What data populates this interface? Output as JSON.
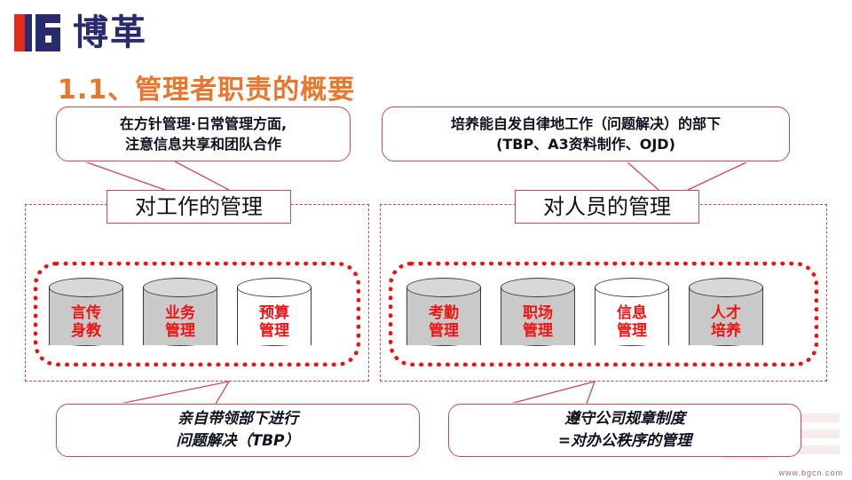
{
  "brand": {
    "logo_text": "博革",
    "logo_icon": "bg-monogram-icon",
    "logo_red": "#e02b20",
    "logo_blue": "#2a2a6e"
  },
  "title": {
    "text": "1.1、管理者职责的概要",
    "color": "#e8762d"
  },
  "callouts": [
    {
      "id": "top-left",
      "text": "在方针管理·日常管理方面,\n注意信息共享和团队合作",
      "style": "bold"
    },
    {
      "id": "top-right",
      "text": "培养能自发自律地工作（问题解决）的部下\n(TBP、A3资料制作、OJD)",
      "style": "bold"
    },
    {
      "id": "bottom-left",
      "text": "亲自带领部下进行\n问题解决（TBP）",
      "style": "bold-italic"
    },
    {
      "id": "bottom-right",
      "text": "遵守公司规章制度\n=对办公秩序的管理",
      "style": "bold-italic"
    }
  ],
  "regions": [
    {
      "id": "work-management",
      "label": "对工作的管理",
      "items": [
        {
          "label": "言传\n身教",
          "fill": "gray"
        },
        {
          "label": "业务\n管理",
          "fill": "gray"
        },
        {
          "label": "预算\n管理",
          "fill": "white"
        }
      ]
    },
    {
      "id": "people-management",
      "label": "对人员的管理",
      "items": [
        {
          "label": "考勤\n管理",
          "fill": "gray"
        },
        {
          "label": "职场\n管理",
          "fill": "gray"
        },
        {
          "label": "信息\n管理",
          "fill": "white"
        },
        {
          "label": "人才\n培养",
          "fill": "gray"
        }
      ]
    }
  ],
  "colors": {
    "accent_red": "#ee1111",
    "outline_red": "#c9485b",
    "cylinder_text": "#f01313",
    "cylinder_gray": "#c9c9c9"
  },
  "watermark": {
    "text": "www.bgcn.com"
  }
}
